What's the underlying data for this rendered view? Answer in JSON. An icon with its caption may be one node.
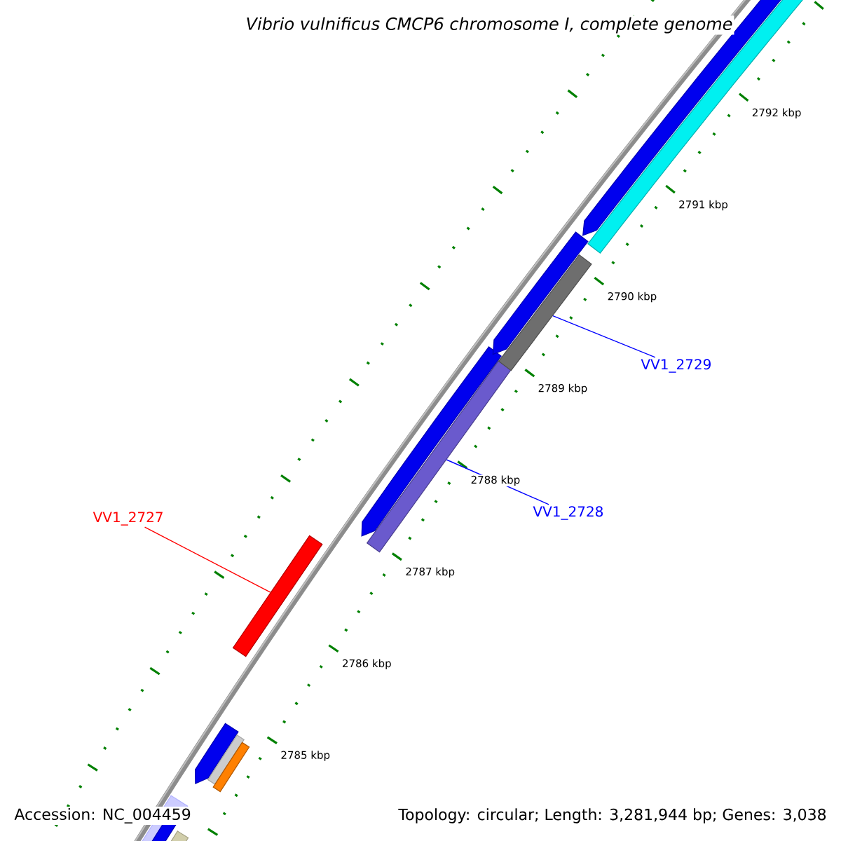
{
  "diagram": {
    "title": "Vibrio vulnificus CMCP6 chromosome I, complete genome",
    "nodes": [
      {
        "text": [
          "VV1_2727"
        ]
      },
      {
        "text": [],
        "shape": "bar"
      },
      {
        "text": [
          "VV1_2728"
        ]
      },
      {
        "text": [],
        "shape": "bar"
      },
      {
        "text": [
          "VV1_2729"
        ]
      },
      {
        "text": [],
        "shape": "bar"
      }
    ],
    "edges": [
      {
        "from": 0,
        "to": 1,
        "arrow": "none",
        "color": "#ff0000"
      },
      {
        "from": 2,
        "to": 3,
        "arrow": "none"
      },
      {
        "from": 4,
        "to": 5,
        "arrow": "none"
      }
    ],
    "labels": [
      "2792 kbp",
      "2791 kbp",
      "2790 kbp",
      "2789 kbp",
      "2788 kbp",
      "2787 kbp",
      "2786 kbp",
      "2785 kbp",
      "Accession: NC_004459",
      "Topology: circular; Length: 3,281,944 bp; Genes: 3,038"
    ]
  }
}
